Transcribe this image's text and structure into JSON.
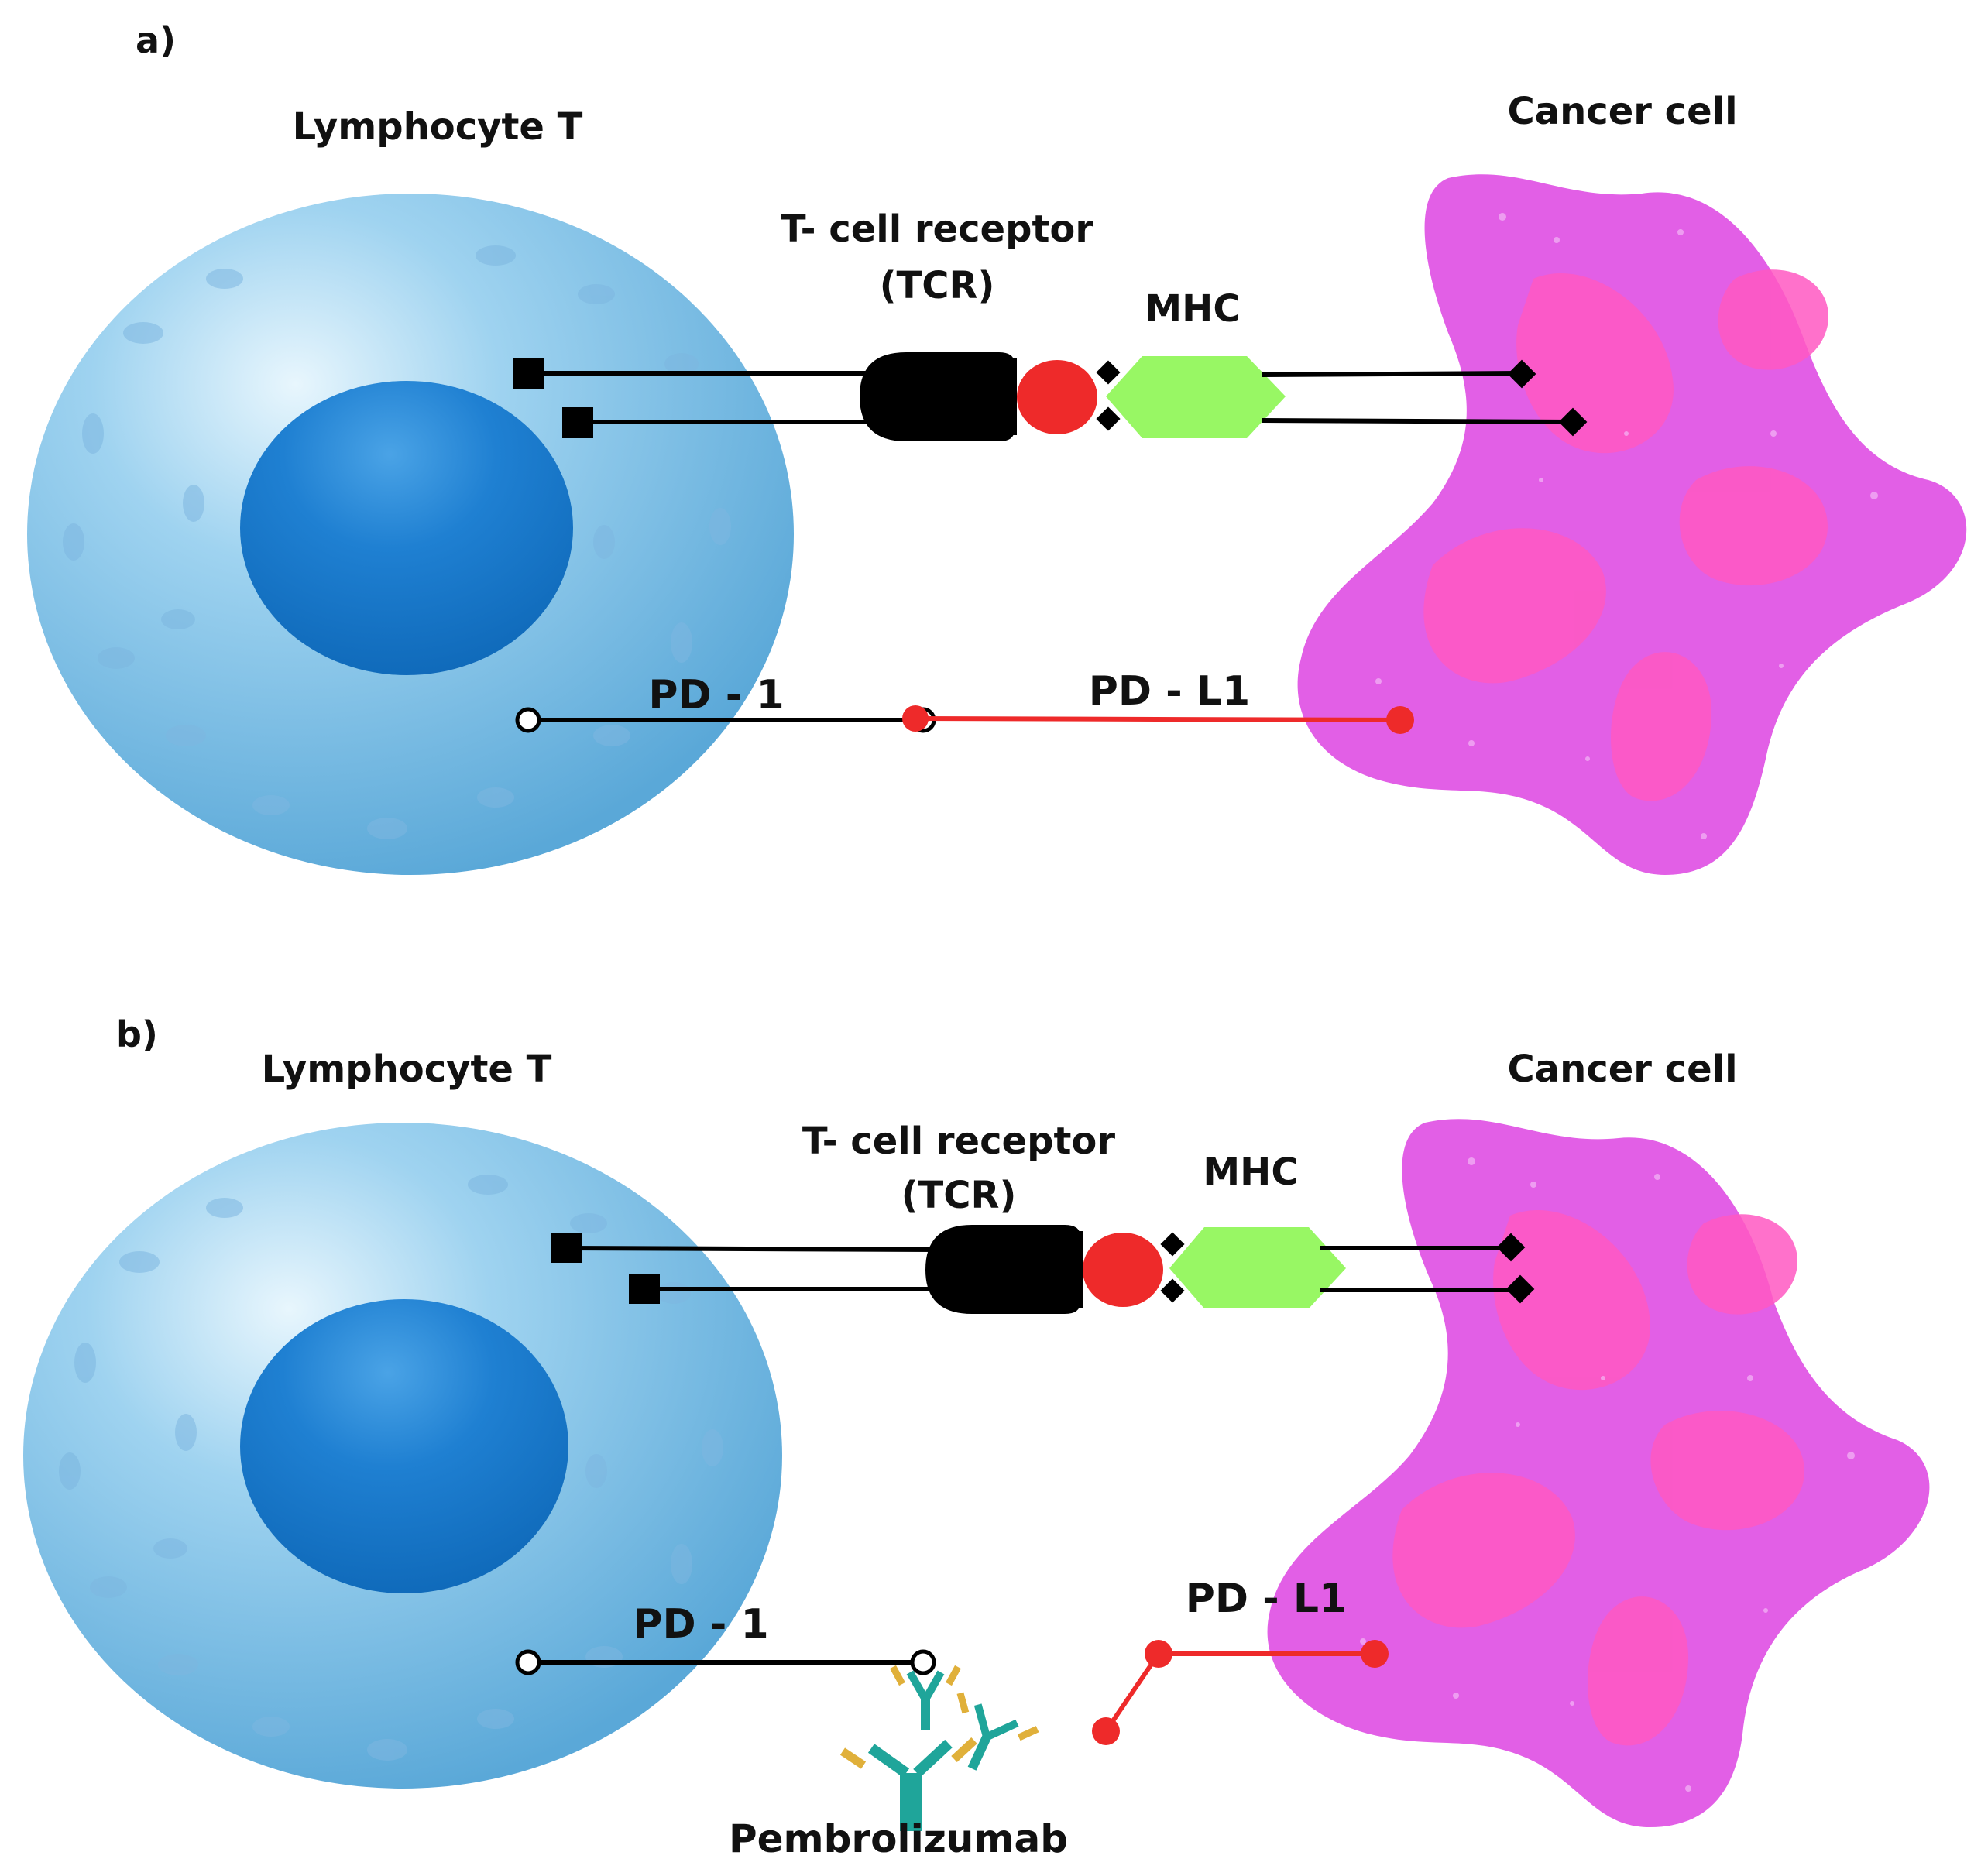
{
  "colors": {
    "tcell": "#7cc0e6",
    "tcell_dark": "#5aa8d8",
    "nucleus": "#1e7fd0",
    "cancer": "#e25fe6",
    "cancer_nucleus": "#ff58c2",
    "tcr": "#000000",
    "antigen": "#ee2a2a",
    "mhc": "#98f764",
    "pd_l1": "#ee2a2a",
    "line": "#000000",
    "antibody_body": "#1fa59a",
    "antibody_tip": "#e0b03a"
  },
  "panel_a": {
    "letter": "a)",
    "lymphocyte_label": "Lymphocyte T",
    "cancer_label": "Cancer cell",
    "tcr_label_line1": "T- cell receptor",
    "tcr_label_line2": "(TCR)",
    "mhc_label": "MHC",
    "pd1_label": "PD - 1",
    "pdl1_label": "PD - L1"
  },
  "panel_b": {
    "letter": "b)",
    "lymphocyte_label": "Lymphocyte T",
    "cancer_label": "Cancer cell",
    "tcr_label_line1": "T- cell receptor",
    "tcr_label_line2": "(TCR)",
    "mhc_label": "MHC",
    "pd1_label": "PD - 1",
    "pdl1_label": "PD - L1",
    "drug_label": "Pembrolizumab"
  }
}
